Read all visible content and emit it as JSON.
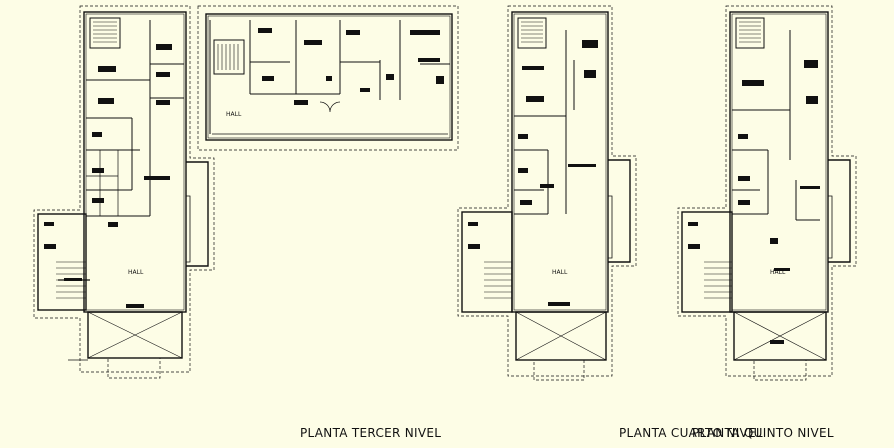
{
  "hall_labels": {
    "third_main": "HALL",
    "third_annex": "HALL",
    "fourth": "HALL",
    "fifth": "HALL"
  },
  "captions": {
    "third": "PLANTA TERCER NIVEL",
    "fourth": "PLANTA CUARTO NIVEL",
    "fifth": "PLANTA QUINTO NIVEL"
  }
}
